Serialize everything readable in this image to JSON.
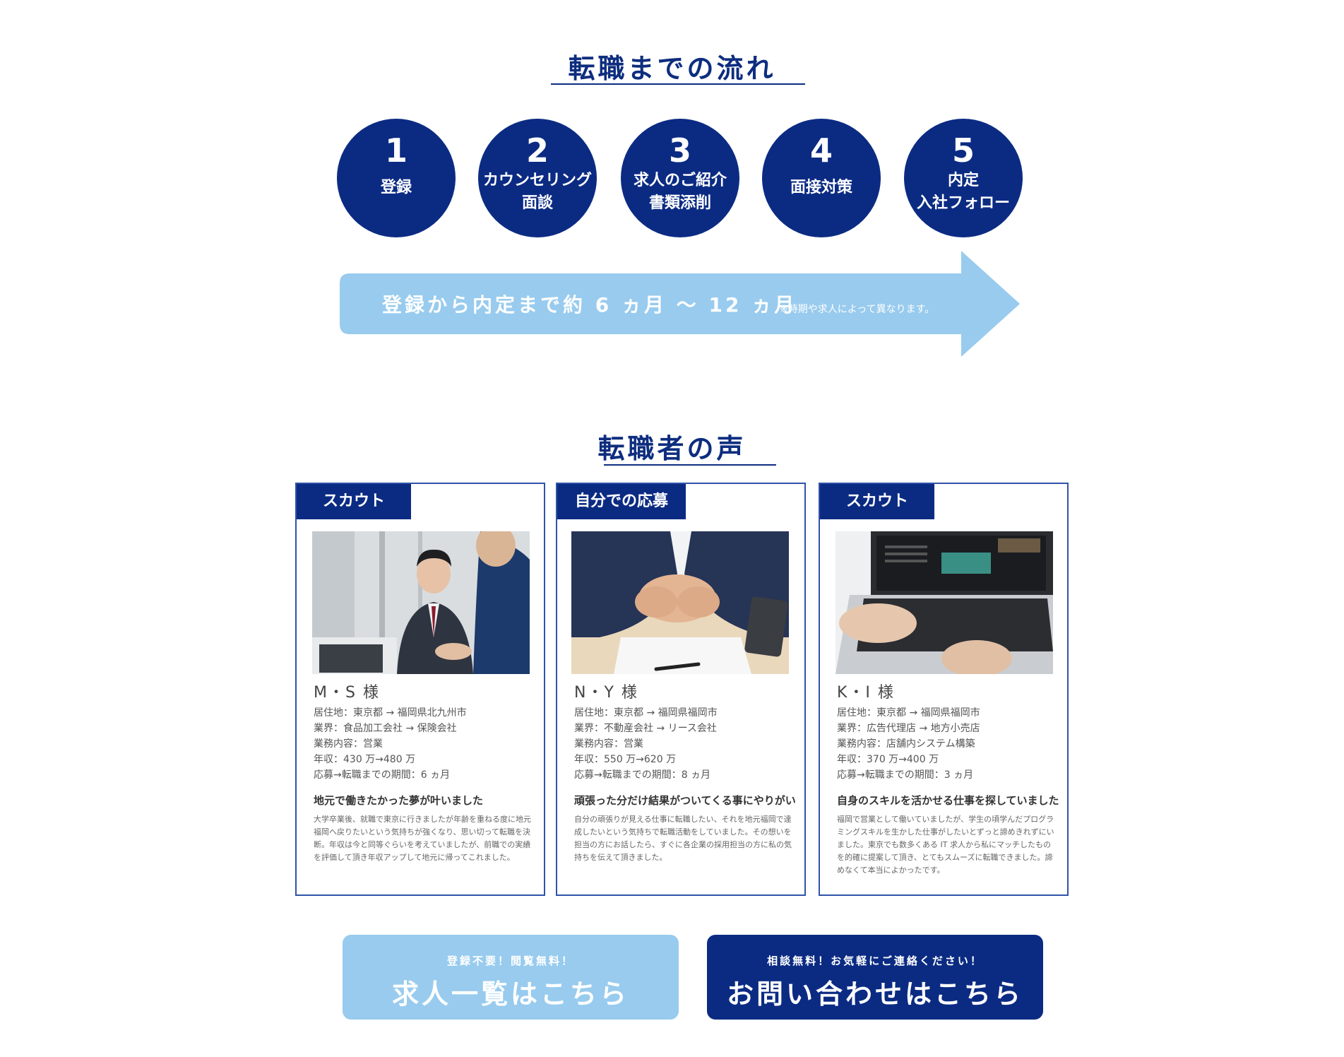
{
  "flow": {
    "title": "転職までの流れ",
    "steps": [
      {
        "num": "1",
        "label": "登録"
      },
      {
        "num": "2",
        "label": "カウンセリング\n面談"
      },
      {
        "num": "3",
        "label": "求人のご紹介\n書類添削"
      },
      {
        "num": "4",
        "label": "面接対策"
      },
      {
        "num": "5",
        "label": "内定\n入社フォロー"
      }
    ],
    "arrow_text": "登録から内定まで約 6 ヵ月 〜 12 ヵ月",
    "arrow_note": "※時期や求人によって異なります。"
  },
  "voices": {
    "title": "転職者の声",
    "cards": [
      {
        "tag": "スカウト",
        "name": "M・S 様",
        "info": [
          "居住地：東京都 → 福岡県北九州市",
          "業界：食品加工会社 → 保険会社",
          "業務内容：営業",
          "年収：430 万→480 万",
          "応募→転職までの期間：6 ヵ月"
        ],
        "headline": "地元で働きたかった夢が叶いました",
        "body": "大学卒業後、就職で東京に行きましたが年齢を重ねる度に地元福岡へ戻りたいという気持ちが強くなり、思い切って転職を決断。年収は今と同等ぐらいを考えていましたが、前職での実績を評価して頂き年収アップして地元に帰ってこれました。"
      },
      {
        "tag": "自分での応募",
        "name": "N・Y 様",
        "info": [
          "居住地：東京都 → 福岡県福岡市",
          "業界：不動産会社 → リース会社",
          "業務内容：営業",
          "年収：550 万→620 万",
          "応募→転職までの期間：8 ヵ月"
        ],
        "headline": "頑張った分だけ結果がついてくる事にやりがい",
        "body": "自分の頑張りが見える仕事に転職したい、それを地元福岡で達成したいという気持ちで転職活動をしていました。その想いを担当の方にお話したら、すぐに各企業の採用担当の方に私の気持ちを伝えて頂きました。"
      },
      {
        "tag": "スカウト",
        "name": "K・I 様",
        "info": [
          "居住地：東京都 → 福岡県福岡市",
          "業界：広告代理店 → 地方小売店",
          "業務内容：店舗内システム構築",
          "年収：370 万→400 万",
          "応募→転職までの期間：3 ヵ月"
        ],
        "headline": "自身のスキルを活かせる仕事を探していました",
        "body": "福岡で営業として働いていましたが、学生の頃学んだプログラミングスキルを生かした仕事がしたいとずっと諦めきれずにいました。東京でも数多くある IT 求人から私にマッチしたものを的確に提案して頂き、とてもスムーズに転職できました。諦めなくて本当によかったです。"
      }
    ]
  },
  "cta": {
    "jobs": {
      "sub": "登録不要！閲覧無料！",
      "main": "求人一覧はこちら"
    },
    "contact": {
      "sub": "相談無料！お気軽にご連絡ください！",
      "main": "お問い合わせはこちら"
    }
  },
  "colors": {
    "navy": "#0b2b83",
    "light_blue": "#98cbee",
    "border": "#2f54a8"
  }
}
